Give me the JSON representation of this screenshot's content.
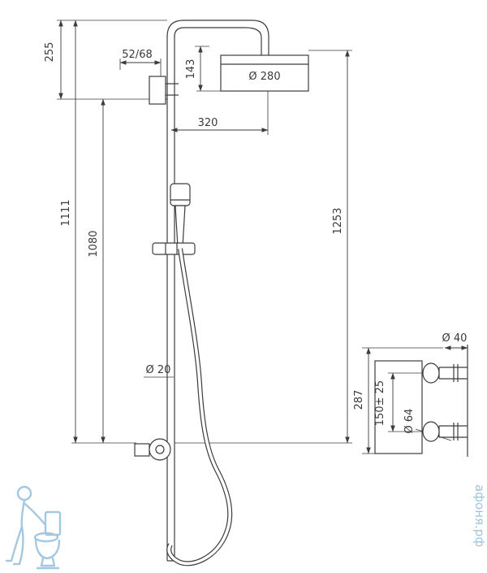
{
  "page": {
    "background_color": "#ffffff",
    "line_color": "#3c3c3c",
    "watermark_color": "#9fc4de"
  },
  "dimensions": {
    "wall_offset_top": "255",
    "bracket_range": "52/68",
    "head_height": "143",
    "head_diameter": "Ø 280",
    "head_reach": "320",
    "column_total": "1111",
    "column_rail": "1080",
    "right_total": "1253",
    "pipe_diameter": "Ø 20",
    "mixer_pipe_diameter": "Ø 40",
    "mixer_total_height": "287",
    "mixer_port_spacing": "150± 25",
    "mixer_base_diameter": "Ø 64"
  },
  "watermark": {
    "site": "афоня.рф"
  }
}
